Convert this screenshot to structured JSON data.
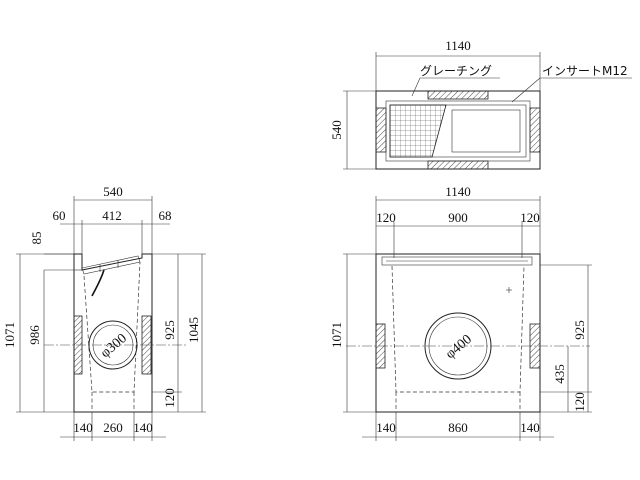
{
  "plan": {
    "width": "1140",
    "depth": "540",
    "grating_label": "グレーチング",
    "insert_label": "インサートM12"
  },
  "side": {
    "width": "540",
    "top_left": "60",
    "top_mid": "412",
    "top_right": "68",
    "lip": "85",
    "h_total": "1071",
    "h_inner": "986",
    "h_pipe": "925",
    "h_right": "1045",
    "bottom": "120",
    "pipe": "φ300",
    "base_left": "140",
    "base_mid": "260",
    "base_right": "140"
  },
  "front": {
    "width": "1140",
    "top_left": "120",
    "top_mid": "900",
    "top_right": "120",
    "h_total": "1071",
    "h_pipe": "925",
    "h_center": "435",
    "bottom": "120",
    "pipe": "φ400",
    "base_left": "140",
    "base_mid": "860",
    "base_right": "140"
  }
}
